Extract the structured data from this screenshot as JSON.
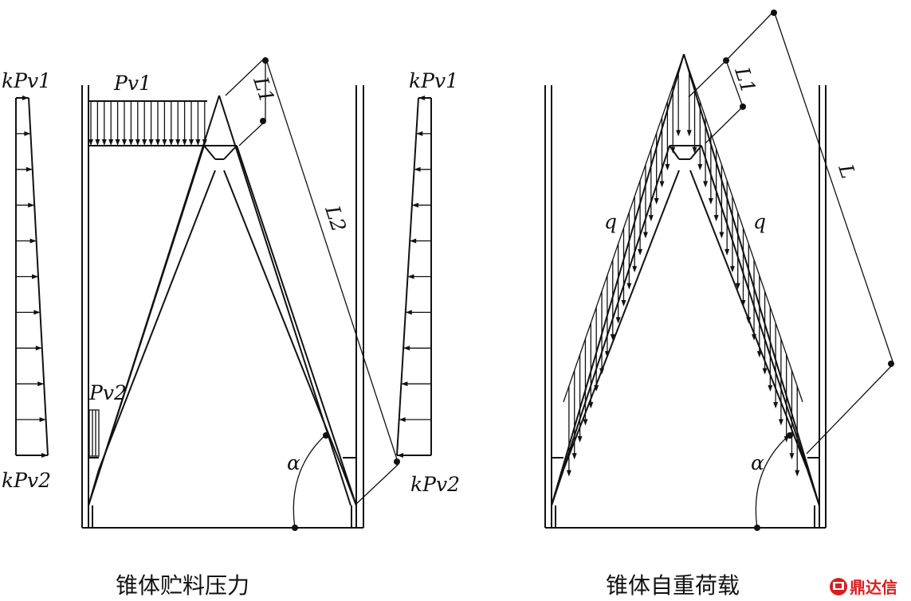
{
  "left_diagram": {
    "caption": "锥体贮料压力",
    "labels": {
      "top_left": "kPv1",
      "bottom_left": "kPv2",
      "top_right": "kPv1",
      "bottom_right": "kPv2",
      "top_load": "Pv1",
      "bottom_load": "Pv2",
      "dim_small": "L1",
      "dim_large": "L2",
      "angle": "α"
    }
  },
  "right_diagram": {
    "caption": "锥体自重荷载",
    "labels": {
      "load_left": "q",
      "load_right": "q",
      "dim_small": "L1",
      "dim_large": "L",
      "angle": "α"
    }
  },
  "watermark": {
    "text": "鼎达信",
    "icon": "dingdaxin-logo-icon",
    "color": "#d81e1e"
  }
}
